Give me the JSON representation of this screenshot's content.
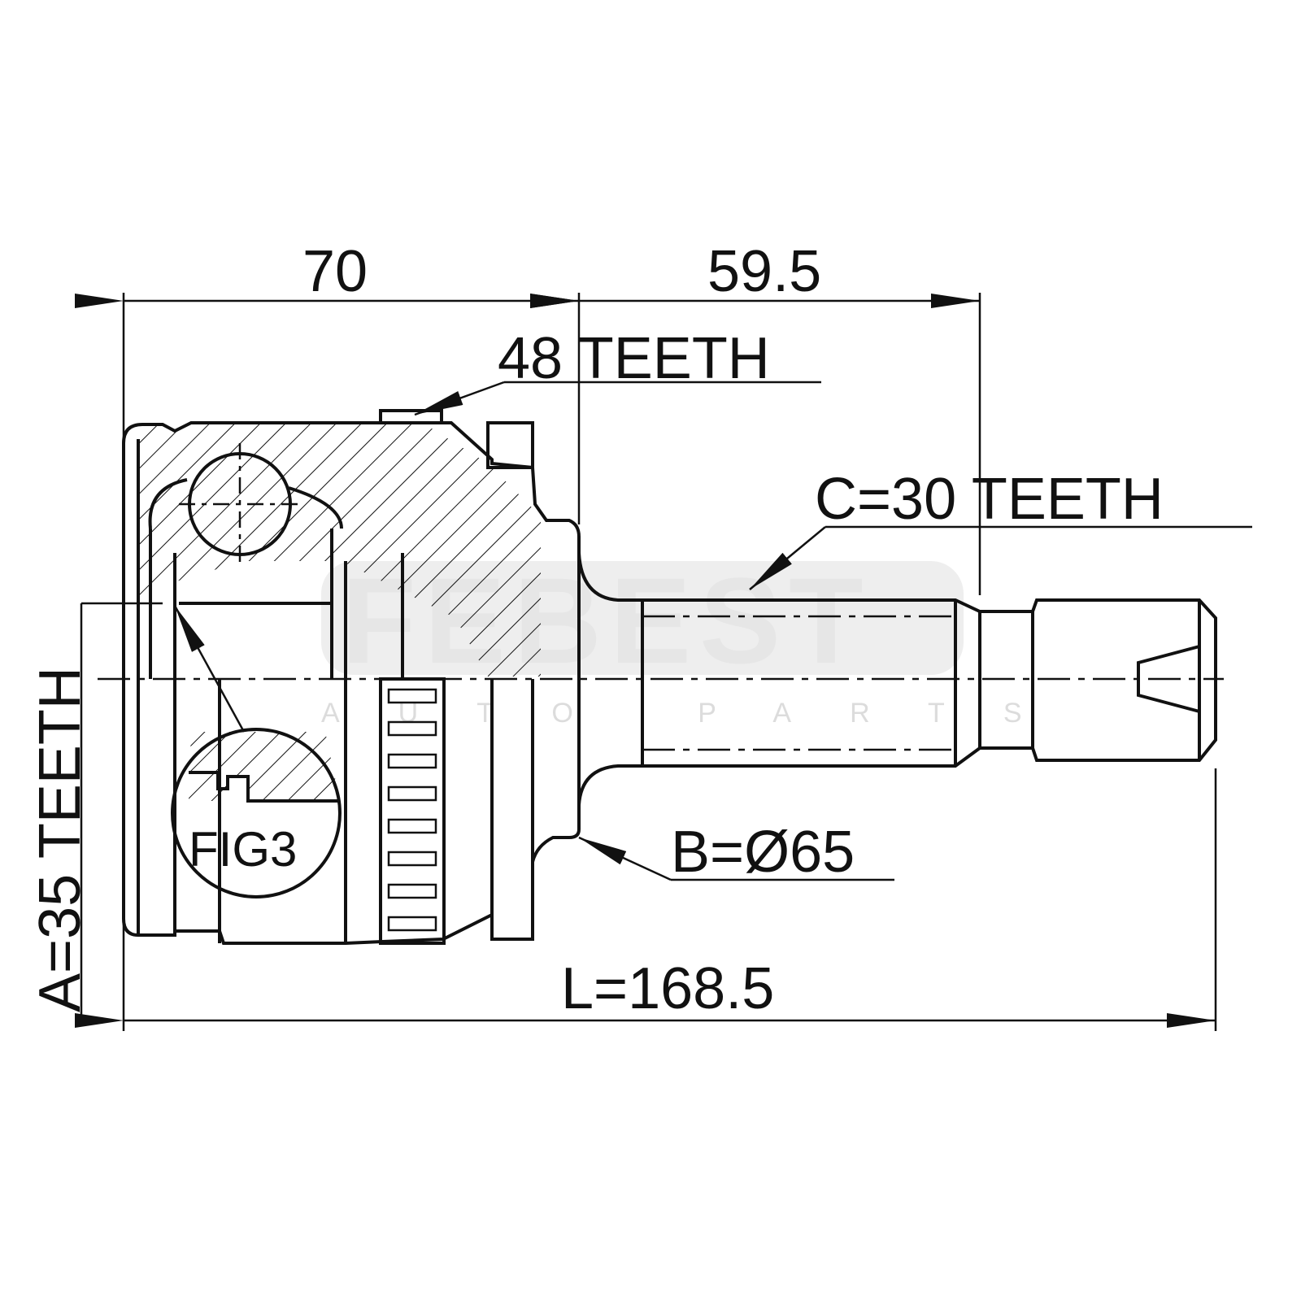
{
  "dimensions": {
    "outer_length": "70",
    "shaft_length": "59.5",
    "abs_teeth": "48 TEETH",
    "outer_spline": "C=30 TEETH",
    "seal_diameter": "B=Ø65",
    "total_length": "L=168.5",
    "inner_spline": "A=35 TEETH"
  },
  "figure_label": "FIG3",
  "watermark": {
    "brand": "FEBEST",
    "tagline": "AUTO PARTS"
  }
}
